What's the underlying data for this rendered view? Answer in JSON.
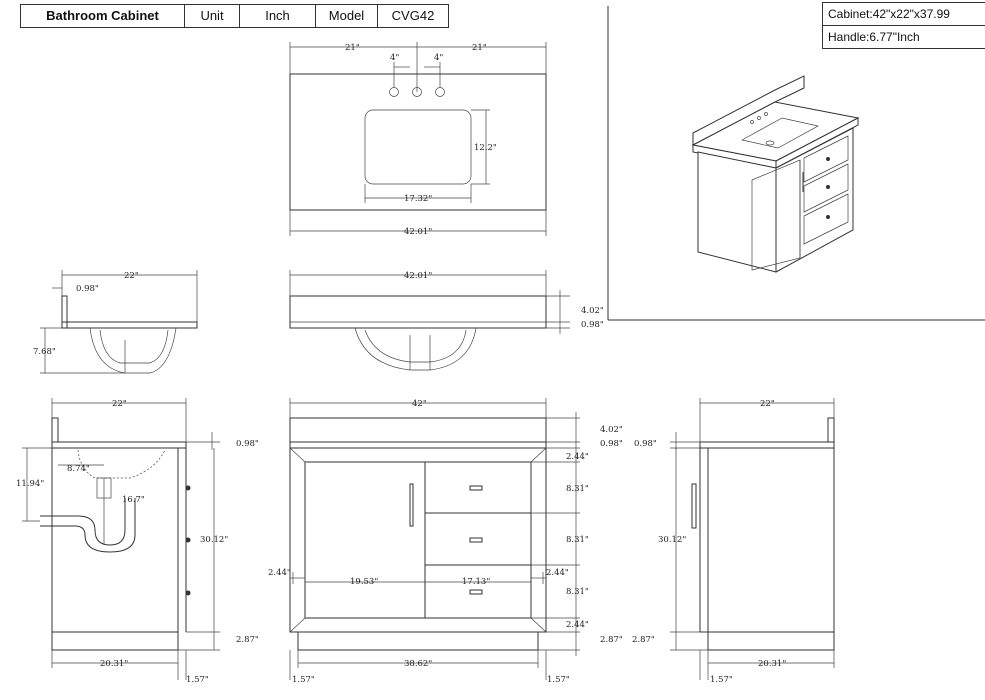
{
  "header": {
    "title": "Bathroom Cabinet",
    "unit_label": "Unit",
    "unit_value": "Inch",
    "model_label": "Model",
    "model_value": "CVG42",
    "blank": ""
  },
  "specs": {
    "cabinet": "Cabinet:42\"x22\"x37.99",
    "handle": "Handle:6.77\"Inch"
  },
  "dims": {
    "top_half_left": "21\"",
    "top_half_right": "21\"",
    "faucet_left": "4\"",
    "faucet_right": "4\"",
    "sink_depth": "12.2\"",
    "sink_width": "17.32\"",
    "top_width": "42.01\"",
    "side_top_depth": "22\"",
    "side_overhang": "0.98\"",
    "basin_depth": "7.68\"",
    "front_top_width": "42.01\"",
    "front_splash": "4.02\"",
    "front_top_thick": "0.98\"",
    "left_width": "22\"",
    "left_top_thick": "0.98\"",
    "left_sink_offset": "8.74\"",
    "left_drain_height": "11.94\"",
    "left_trap": "16.7\"",
    "left_body_height": "30.12\"",
    "left_toe": "2.87\"",
    "left_body_depth": "20.31\"",
    "left_toe_depth": "1.57\"",
    "front_width": "42\"",
    "front_splash_h": "4.02\"",
    "front_top_h": "0.98\"",
    "front_frame_top": "2.44\"",
    "drawer1": "8.31\"",
    "drawer2": "8.31\"",
    "drawer3": "8.31\"",
    "front_frame_bottom": "2.44\"",
    "front_toe": "2.87\"",
    "frame_left": "2.44\"",
    "door_width": "19.53\"",
    "drawer_width": "17.13\"",
    "frame_right": "2.44\"",
    "base_width": "38.62\"",
    "toe_left": "1.57\"",
    "toe_right": "1.57\"",
    "right_width": "22\"",
    "right_top_thick": "0.98\"",
    "right_body_height": "30.12\"",
    "right_toe": "2.87\"",
    "right_body_depth": "20.31\"",
    "right_toe_depth": "1.57\""
  }
}
